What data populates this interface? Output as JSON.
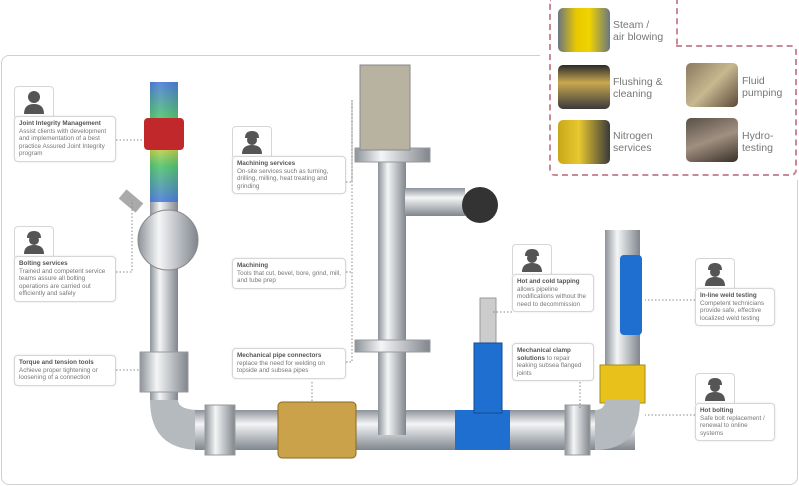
{
  "services": [
    {
      "label1": "Steam /",
      "label2": "air blowing"
    },
    {
      "label1": "Flushing &",
      "label2": "cleaning"
    },
    {
      "label1": "Fluid",
      "label2": "pumping"
    },
    {
      "label1": "Nitrogen",
      "label2": "services"
    },
    {
      "label1": "Hydro-",
      "label2": "testing"
    }
  ],
  "callouts": {
    "joint": {
      "title": "Joint Integrity Management",
      "text": "Assist clients with development and implementation of a best practice Assured Joint Integrity program"
    },
    "bolting": {
      "title": "Bolting services",
      "text": "Trained and competent service teams assure all bolting operations are carried out efficiently and safely"
    },
    "torque": {
      "title": "Torque and tension tools",
      "text": "Achieve proper tightening or loosening of a connection"
    },
    "machsvc": {
      "title": "Machining services",
      "text": "On-site services such as turning, drilling, milling, heat treating and grinding"
    },
    "machining": {
      "title": "Machining",
      "text": "Tools that cut, bevel, bore, grind, mill, and tube prep"
    },
    "connectors": {
      "title": "Mechanical pipe connectors",
      "text": "replace the need for welding on topside and subsea pipes"
    },
    "tapping": {
      "title": "Hot and cold tapping",
      "text": "allows pipeline modifications without the need to decommission"
    },
    "clamp": {
      "title": "Mechanical clamp solutions",
      "text": "to repair leaking subsea flanged joints"
    },
    "weld": {
      "title": "In-line weld testing",
      "text": "Competent technicians provide safe, effective localized weld testing"
    },
    "hotbolt": {
      "title": "Hot bolting",
      "text": "Safe bolt replacement / renewal to online systems"
    }
  },
  "colors": {
    "dash": "#c98a98",
    "pipe": "#c8ccd0",
    "flange_red": "#c0282c",
    "brass": "#c9a24a",
    "blue": "#1f6fd0",
    "yellow": "#e8c21a"
  }
}
